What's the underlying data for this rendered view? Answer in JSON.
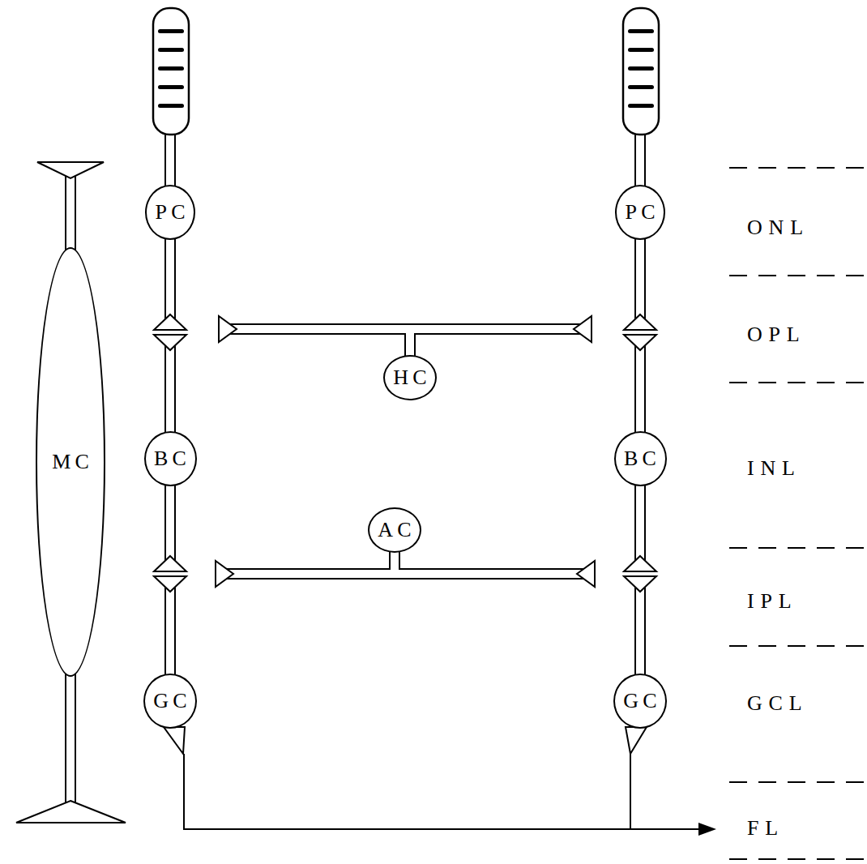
{
  "diagram": {
    "nodes": [
      {
        "text": [
          "PC"
        ]
      },
      {
        "text": [
          "PC"
        ]
      },
      {
        "text": [
          "MC"
        ]
      },
      {
        "text": [
          "HC"
        ]
      },
      {
        "text": [
          "BC"
        ]
      },
      {
        "text": [
          "BC"
        ]
      },
      {
        "text": [
          "AC"
        ]
      },
      {
        "text": [
          "GC"
        ]
      },
      {
        "text": [
          "GC"
        ]
      }
    ],
    "edges": [
      {
        "from": 0,
        "to": 4,
        "arrow": "none"
      },
      {
        "from": 1,
        "to": 5,
        "arrow": "none"
      },
      {
        "from": 3,
        "to": 0,
        "arrow": "none"
      },
      {
        "from": 3,
        "to": 1,
        "arrow": "none"
      },
      {
        "from": 4,
        "to": 7,
        "arrow": "none"
      },
      {
        "from": 5,
        "to": 8,
        "arrow": "none"
      },
      {
        "from": 6,
        "to": 4,
        "arrow": "none"
      },
      {
        "from": 6,
        "to": 5,
        "arrow": "none"
      }
    ],
    "labels": [
      "ONL",
      "OPL",
      "INL",
      "IPL",
      "GCL",
      "FL"
    ]
  }
}
